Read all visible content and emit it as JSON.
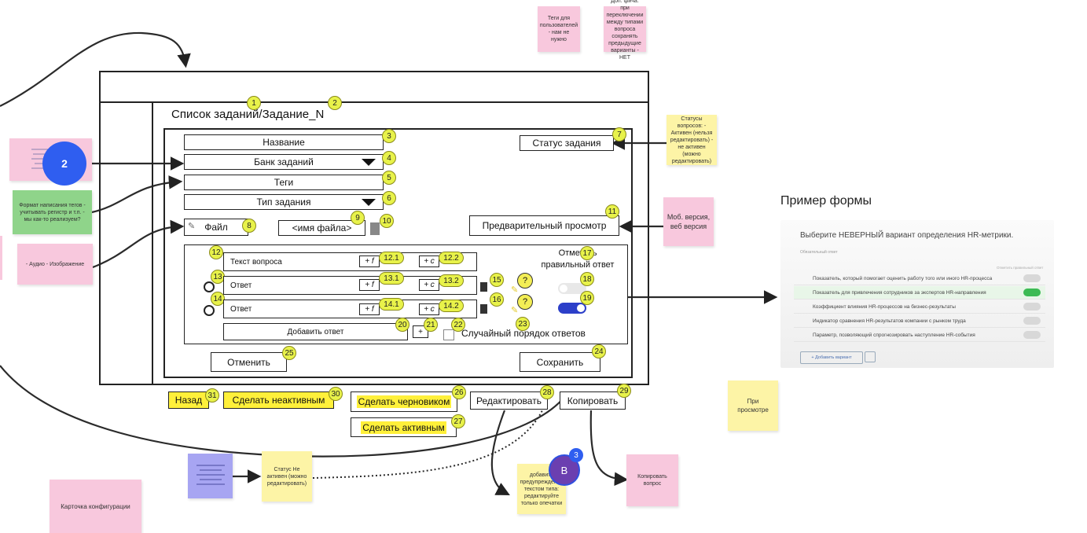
{
  "page": {
    "title": "Список заданий/Задание_N"
  },
  "form": {
    "name_field": "Название",
    "bank_select": "Банк заданий",
    "tags_field": "Теги",
    "type_select": "Тип задания",
    "status_field": "Статус задания",
    "file_button": "Файл",
    "file_name": "<имя файла>",
    "preview_button": "Предварительный просмотр",
    "question_text": "Текст вопроса",
    "answer1": "Ответ",
    "answer2": "Ответ",
    "add_answer": "Добавить ответ",
    "plus_f": "+ f",
    "plus_c": "+ c",
    "plus": "+",
    "qmark": "?",
    "mark_correct": "Отметить правильный ответ",
    "random_order": "Случайный порядок ответов",
    "cancel": "Отменить",
    "save": "Сохранить"
  },
  "actions": {
    "back": "Назад",
    "make_inactive": "Сделать неактивным",
    "make_draft": "Сделать черновиком",
    "make_active": "Сделать активным",
    "edit": "Редактировать",
    "copy": "Копировать"
  },
  "numbers": {
    "n1": "1",
    "n2": "2",
    "n3": "3",
    "n4": "4",
    "n5": "5",
    "n6": "6",
    "n7": "7",
    "n8": "8",
    "n9": "9",
    "n10": "10",
    "n11": "11",
    "n12": "12",
    "n12_1": "12.1",
    "n12_2": "12.2",
    "n13": "13",
    "n13_1": "13.1",
    "n13_2": "13.2",
    "n14": "14",
    "n14_1": "14.1",
    "n14_2": "14.2",
    "n15": "15",
    "n16": "16",
    "n17": "17",
    "n18": "18",
    "n19": "19",
    "n20": "20",
    "n21": "21",
    "n22": "22",
    "n23": "23",
    "n24": "24",
    "n25": "25",
    "n26": "26",
    "n27": "27",
    "n28": "28",
    "n29": "29",
    "n30": "30",
    "n31": "31"
  },
  "stickies": {
    "tags_users": "Теги для пользователей - нам не нужно",
    "switch_types": "Доп. фича: при переключении между типами вопроса сохранять предыдущие варианты - НЕТ",
    "statuses": "Статусы вопросов: - Активен (нельзя редактировать) - не активен (можно редактировать)",
    "tags_format": "Формат написания тегов - учитывать регистр и т.п. - мы как-то реализуем?",
    "media": "- Аудио - Изображение",
    "mobile": "Моб. версия, веб версия",
    "on_preview": "При просмотре",
    "status_inactive": "Статус Не активен (можно редактировать)",
    "add_warning": "добавить предупреждение текстом типа: редактируйте только опечатки",
    "copy_question": "Копировать вопрос",
    "config_card": "Карточка конфигурации"
  },
  "bubbles": {
    "comments_count": "2",
    "avatar_letter": "B",
    "avatar_badge": "3"
  },
  "example": {
    "heading": "Пример формы",
    "question": "Выберите НЕВЕРНЫЙ вариант определения HR-метрики.",
    "required": "Обязательный ответ",
    "mark_hint": "Отметить правильный ответ",
    "options": [
      "Показатель, который помогает оценить работу того или иного HR-процесса",
      "Показатель для привлечения сотрудников за экспертов HR-направления",
      "Коэффициент влияния HR-процессов на бизнес-результаты",
      "Индикатор сравнения HR-результатов компании с рынком труда",
      "Параметр, позволяющий спрогнозировать наступление HR-события"
    ],
    "add_button": "+ Добавить вариант"
  },
  "colors": {
    "highlight": "#fff03a",
    "badge": "#e8f24a",
    "bubble_blue": "#2f5ef0",
    "avatar": "#6b3fb0"
  }
}
